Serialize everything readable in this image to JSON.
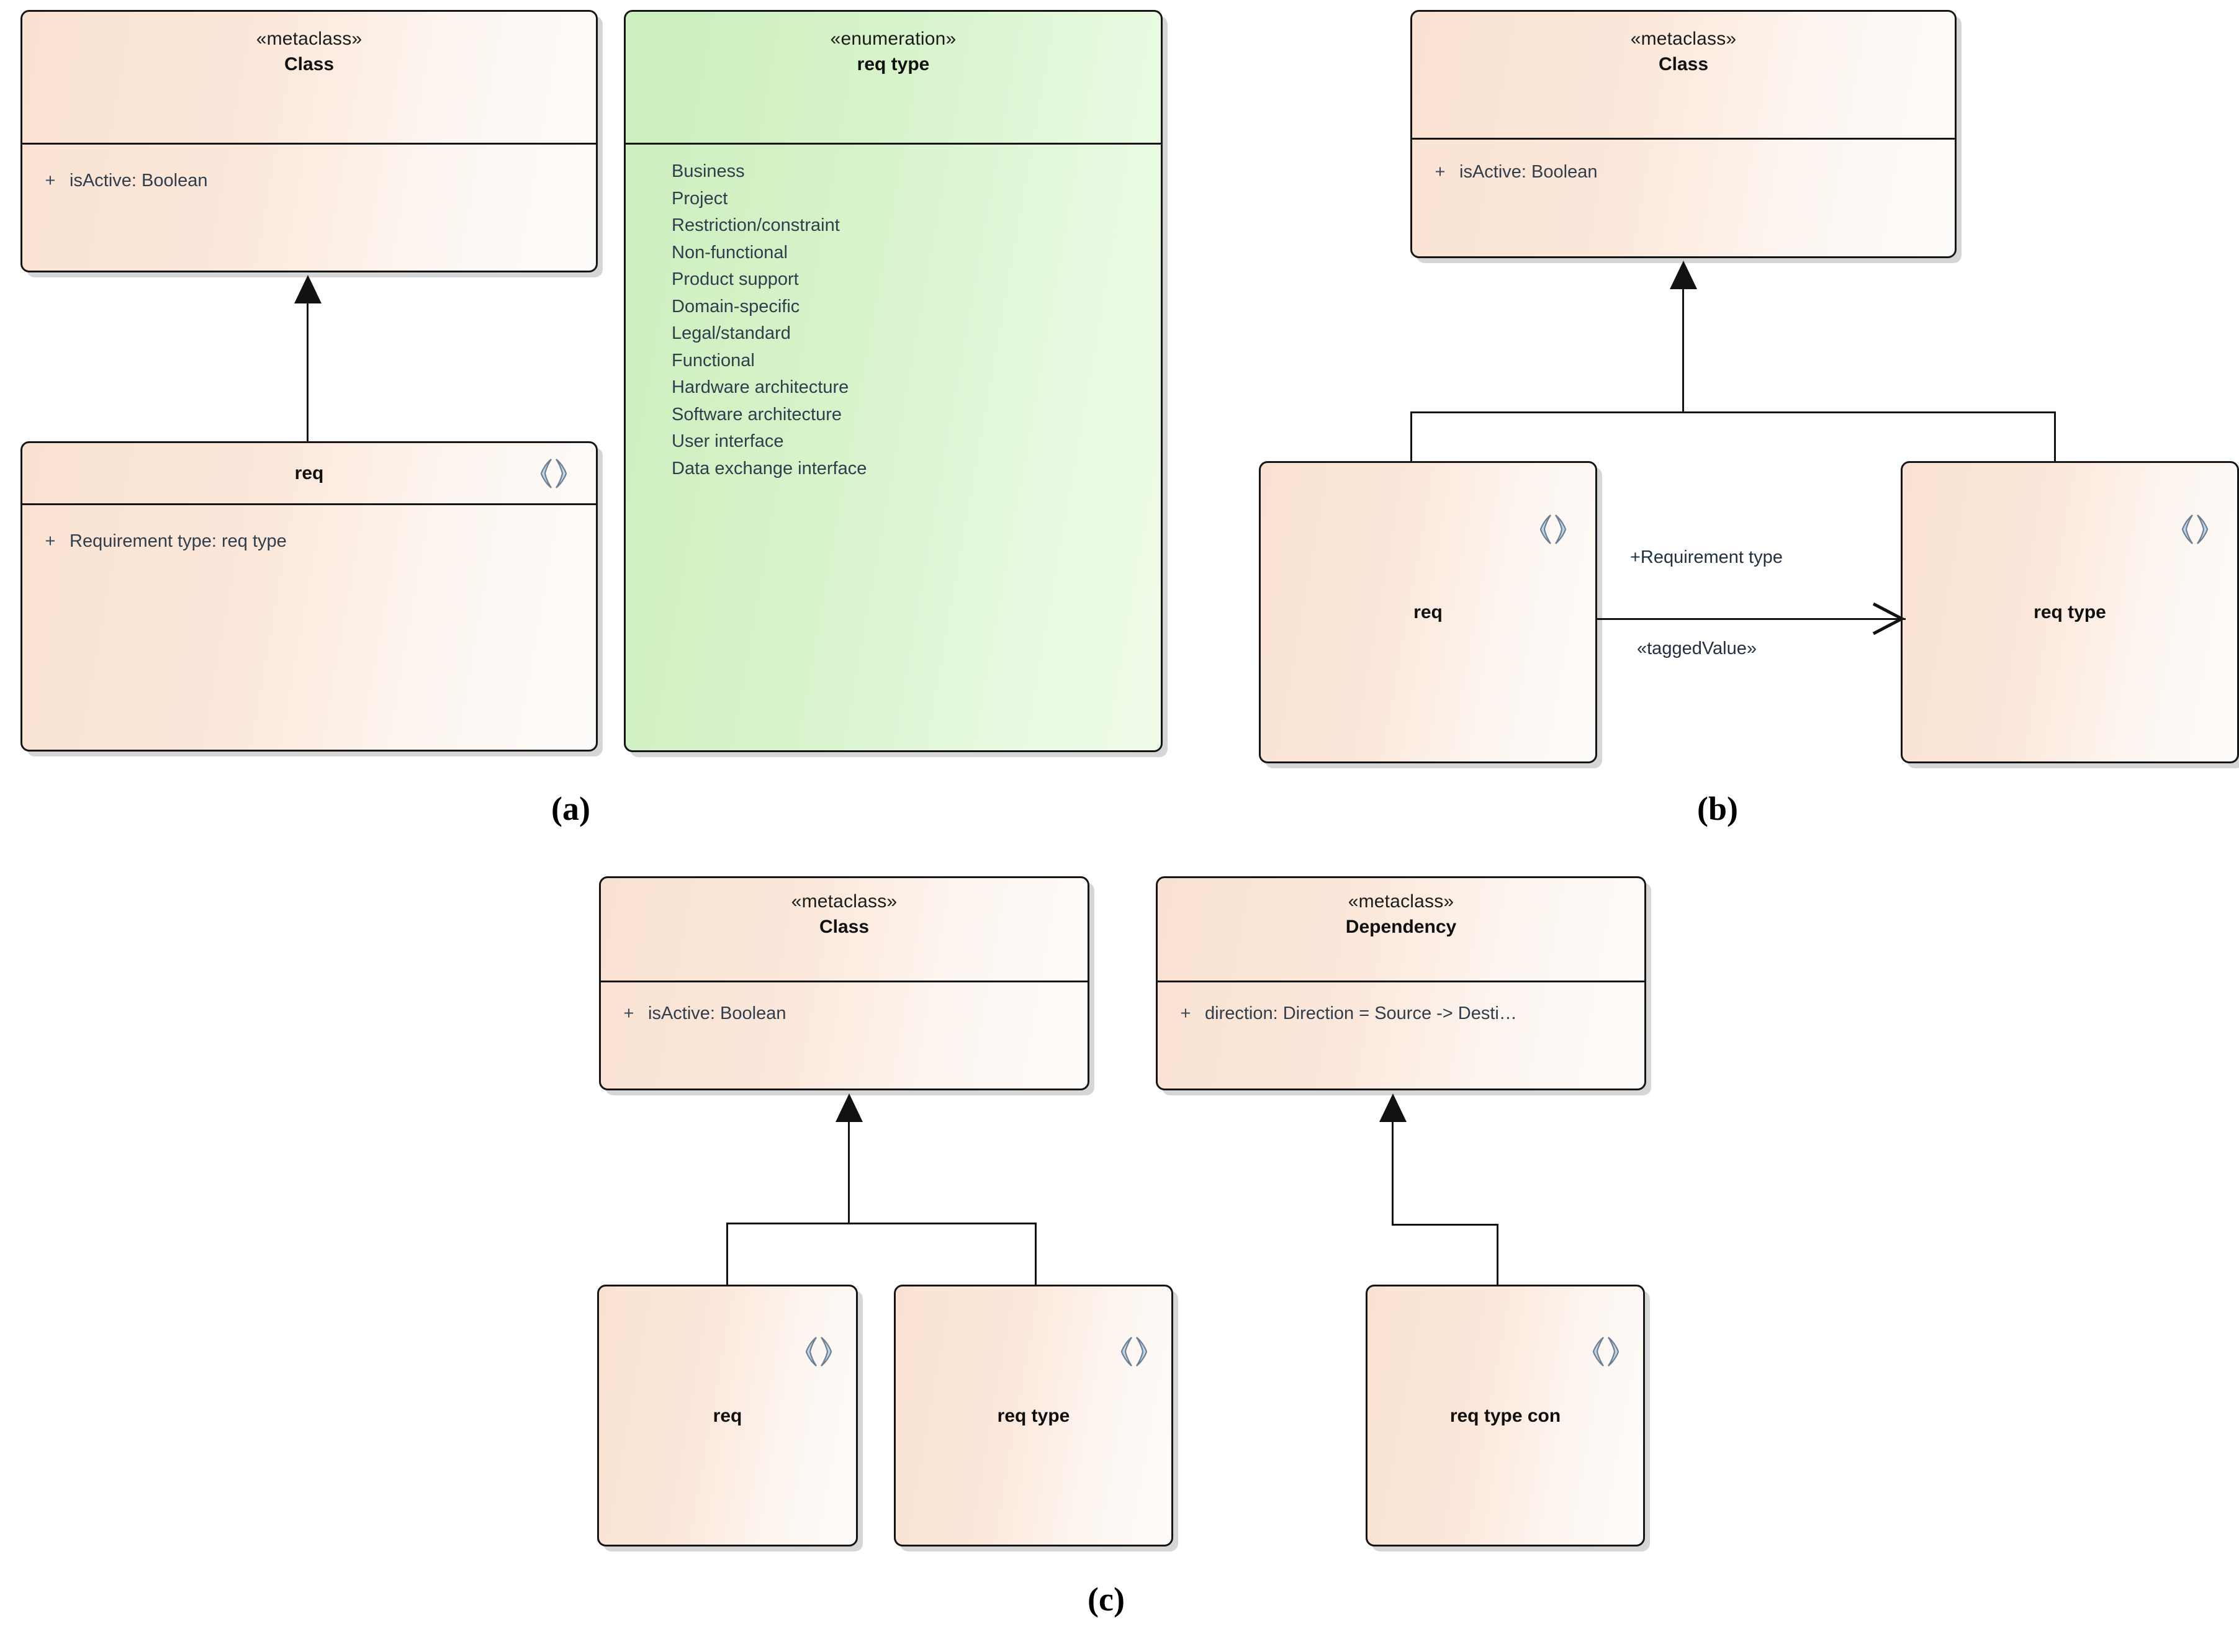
{
  "figure": {
    "background": "#ffffff",
    "colors": {
      "class_fill_left": "#fae2d2",
      "class_fill_right": "#fefcfa",
      "enum_fill_left": "#cbefbd",
      "enum_fill_right": "#eefbe9",
      "border": "#151515",
      "text": "#2f3d4c",
      "stereotype_icon": "#bcd4ea"
    },
    "subfigures": [
      {
        "id": "a",
        "label": "(a)"
      },
      {
        "id": "b",
        "label": "(b)"
      },
      {
        "id": "c",
        "label": "(c)"
      }
    ]
  },
  "panel_a": {
    "metaclass_box": {
      "stereotype": "«metaclass»",
      "name": "Class",
      "attributes": [
        {
          "visibility": "+",
          "text": "isActive: Boolean"
        }
      ]
    },
    "req_box": {
      "name": "req",
      "icon": "stereotype-guillemet-icon",
      "attributes": [
        {
          "visibility": "+",
          "text": "Requirement type: req type"
        }
      ]
    },
    "enumeration_box": {
      "stereotype": "«enumeration»",
      "name": "req type",
      "literals": [
        "Business",
        "Project",
        "Restriction/constraint",
        "Non-functional",
        "Product support",
        "Domain-specific",
        "Legal/standard",
        "Functional",
        "Hardware architecture",
        "Software architecture",
        "User interface",
        "Data exchange interface"
      ]
    },
    "relations": [
      {
        "kind": "generalization",
        "from": "req",
        "to": "Class"
      }
    ]
  },
  "panel_b": {
    "metaclass_box": {
      "stereotype": "«metaclass»",
      "name": "Class",
      "attributes": [
        {
          "visibility": "+",
          "text": "isActive: Boolean"
        }
      ]
    },
    "req_box": {
      "name": "req",
      "icon": "stereotype-guillemet-icon"
    },
    "req_type_box": {
      "name": "req type",
      "icon": "stereotype-guillemet-icon"
    },
    "relations": [
      {
        "kind": "generalization",
        "from": "req",
        "to": "Class"
      },
      {
        "kind": "generalization",
        "from": "req type",
        "to": "Class"
      },
      {
        "kind": "association",
        "from": "req",
        "to": "req type",
        "role_label": "+Requirement type",
        "stereotype_label": "«taggedValue»"
      }
    ]
  },
  "panel_c": {
    "class_box": {
      "stereotype": "«metaclass»",
      "name": "Class",
      "attributes": [
        {
          "visibility": "+",
          "text": "isActive: Boolean"
        }
      ]
    },
    "dependency_box": {
      "stereotype": "«metaclass»",
      "name": "Dependency",
      "attributes": [
        {
          "visibility": "+",
          "text": "direction: Direction = Source -> Desti…"
        }
      ]
    },
    "req_box": {
      "name": "req",
      "icon": "stereotype-guillemet-icon"
    },
    "req_type_box": {
      "name": "req type",
      "icon": "stereotype-guillemet-icon"
    },
    "req_type_con_box": {
      "name": "req type con",
      "icon": "stereotype-guillemet-icon"
    },
    "relations": [
      {
        "kind": "generalization",
        "from": "req",
        "to": "Class"
      },
      {
        "kind": "generalization",
        "from": "req type",
        "to": "Class"
      },
      {
        "kind": "generalization",
        "from": "req type con",
        "to": "Dependency"
      }
    ]
  }
}
